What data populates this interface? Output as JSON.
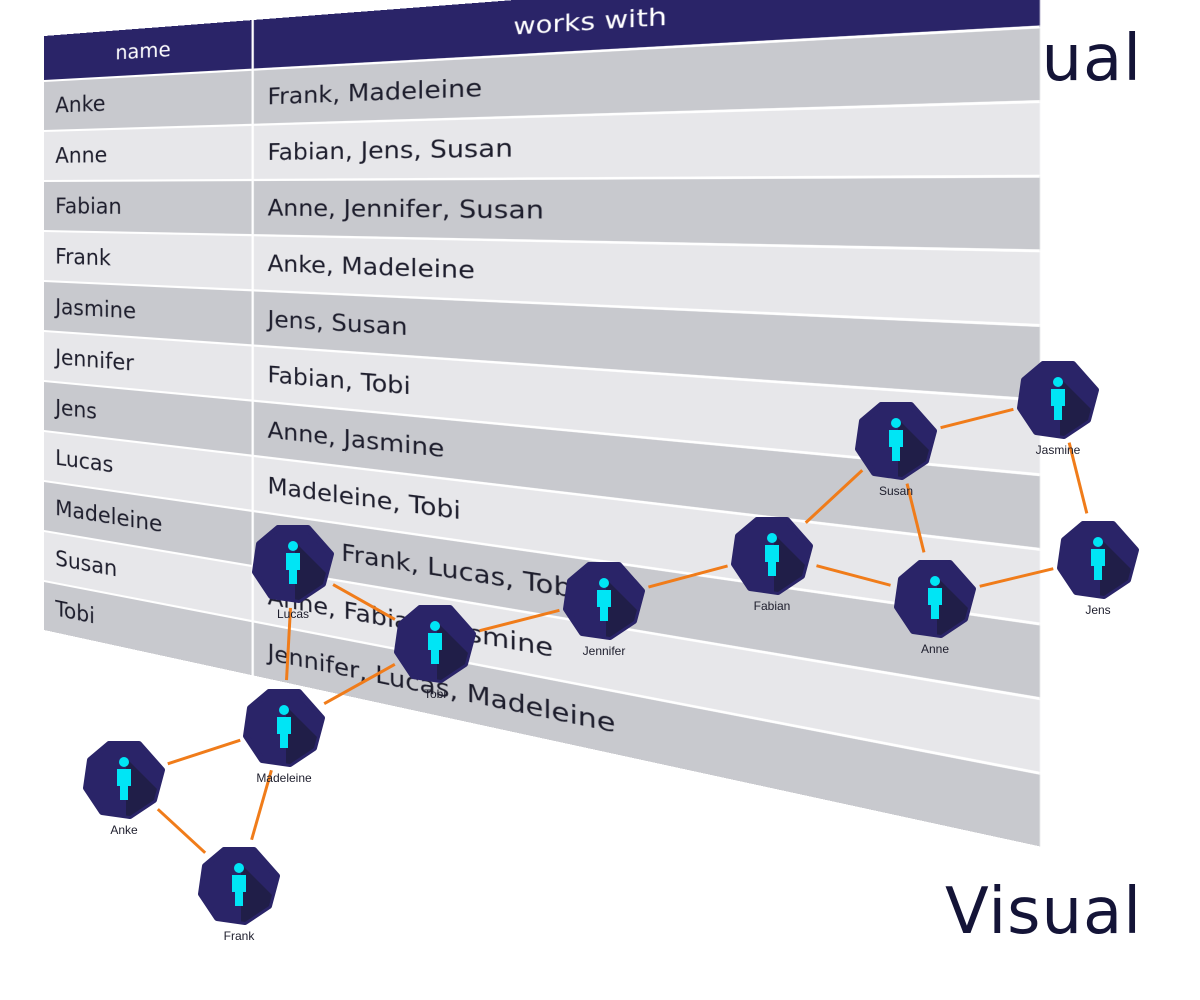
{
  "headings": {
    "top": "Textual",
    "bottom": "Visual"
  },
  "colors": {
    "node": "#2a2468",
    "person": "#00e5f5",
    "edge": "#f07c1a",
    "header": "#2a2468"
  },
  "table": {
    "columns": [
      "name",
      "works with"
    ],
    "rows": [
      {
        "name": "Anke",
        "works_with": "Frank, Madeleine"
      },
      {
        "name": "Anne",
        "works_with": "Fabian, Jens, Susan"
      },
      {
        "name": "Fabian",
        "works_with": "Anne, Jennifer, Susan"
      },
      {
        "name": "Frank",
        "works_with": "Anke, Madeleine"
      },
      {
        "name": "Jasmine",
        "works_with": "Jens, Susan"
      },
      {
        "name": "Jennifer",
        "works_with": "Fabian, Tobi"
      },
      {
        "name": "Jens",
        "works_with": "Anne, Jasmine"
      },
      {
        "name": "Lucas",
        "works_with": "Madeleine, Tobi"
      },
      {
        "name": "Madeleine",
        "works_with": "Anke, Frank, Lucas, Tobi"
      },
      {
        "name": "Susan",
        "works_with": "Anne, Fabian, Jasmine"
      },
      {
        "name": "Tobi",
        "works_with": "Jennifer, Lucas, Madeleine"
      }
    ]
  },
  "graph": {
    "node_icon": "person-icon",
    "nodes": [
      {
        "id": "Lucas",
        "label": "Lucas"
      },
      {
        "id": "Tobi",
        "label": "Tobi"
      },
      {
        "id": "Jennifer",
        "label": "Jennifer"
      },
      {
        "id": "Fabian",
        "label": "Fabian"
      },
      {
        "id": "Susan",
        "label": "Susan"
      },
      {
        "id": "Jasmine",
        "label": "Jasmine"
      },
      {
        "id": "Anne",
        "label": "Anne"
      },
      {
        "id": "Jens",
        "label": "Jens"
      },
      {
        "id": "Madeleine",
        "label": "Madeleine"
      },
      {
        "id": "Anke",
        "label": "Anke"
      },
      {
        "id": "Frank",
        "label": "Frank"
      }
    ],
    "edges": [
      [
        "Lucas",
        "Tobi"
      ],
      [
        "Lucas",
        "Madeleine"
      ],
      [
        "Tobi",
        "Madeleine"
      ],
      [
        "Tobi",
        "Jennifer"
      ],
      [
        "Jennifer",
        "Fabian"
      ],
      [
        "Fabian",
        "Susan"
      ],
      [
        "Fabian",
        "Anne"
      ],
      [
        "Susan",
        "Anne"
      ],
      [
        "Susan",
        "Jasmine"
      ],
      [
        "Jasmine",
        "Jens"
      ],
      [
        "Anne",
        "Jens"
      ],
      [
        "Madeleine",
        "Anke"
      ],
      [
        "Madeleine",
        "Frank"
      ],
      [
        "Anke",
        "Frank"
      ]
    ]
  }
}
